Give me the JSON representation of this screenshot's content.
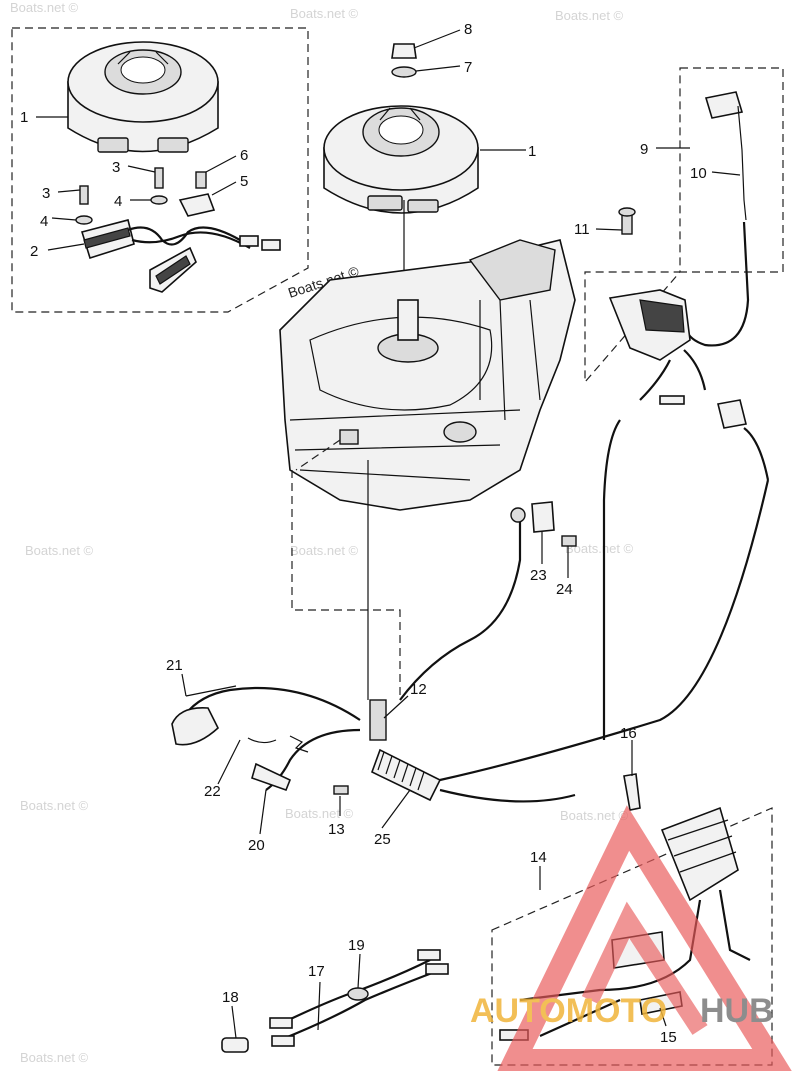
{
  "watermark": {
    "text": "Boats.net ©",
    "brand_part1": "AUTOMOTO",
    "brand_part2": "HUB",
    "logo_color": "#e85a5a"
  },
  "colors": {
    "line": "#111111",
    "part_fill": "#f2f2f2",
    "background": "#ffffff"
  },
  "callouts": [
    "1",
    "1",
    "2",
    "3",
    "3",
    "4",
    "4",
    "5",
    "6",
    "7",
    "8",
    "9",
    "10",
    "11",
    "12",
    "13",
    "14",
    "15",
    "16",
    "17",
    "18",
    "19",
    "20",
    "21",
    "22",
    "23",
    "24",
    "25"
  ]
}
